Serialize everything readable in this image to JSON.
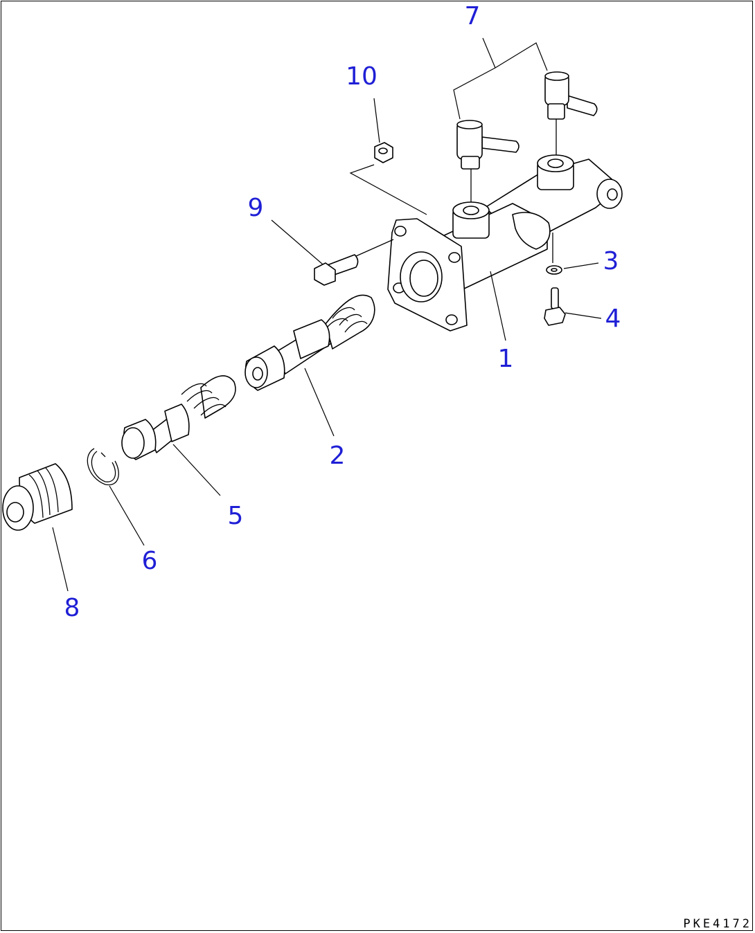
{
  "diagram": {
    "drawing_code": "PKE4172",
    "callout_color": "#1f1fd6",
    "callouts": {
      "c1": "1",
      "c2": "2",
      "c3": "3",
      "c4": "4",
      "c5": "5",
      "c6": "6",
      "c7": "7",
      "c8": "8",
      "c9": "9",
      "c10": "10"
    }
  }
}
